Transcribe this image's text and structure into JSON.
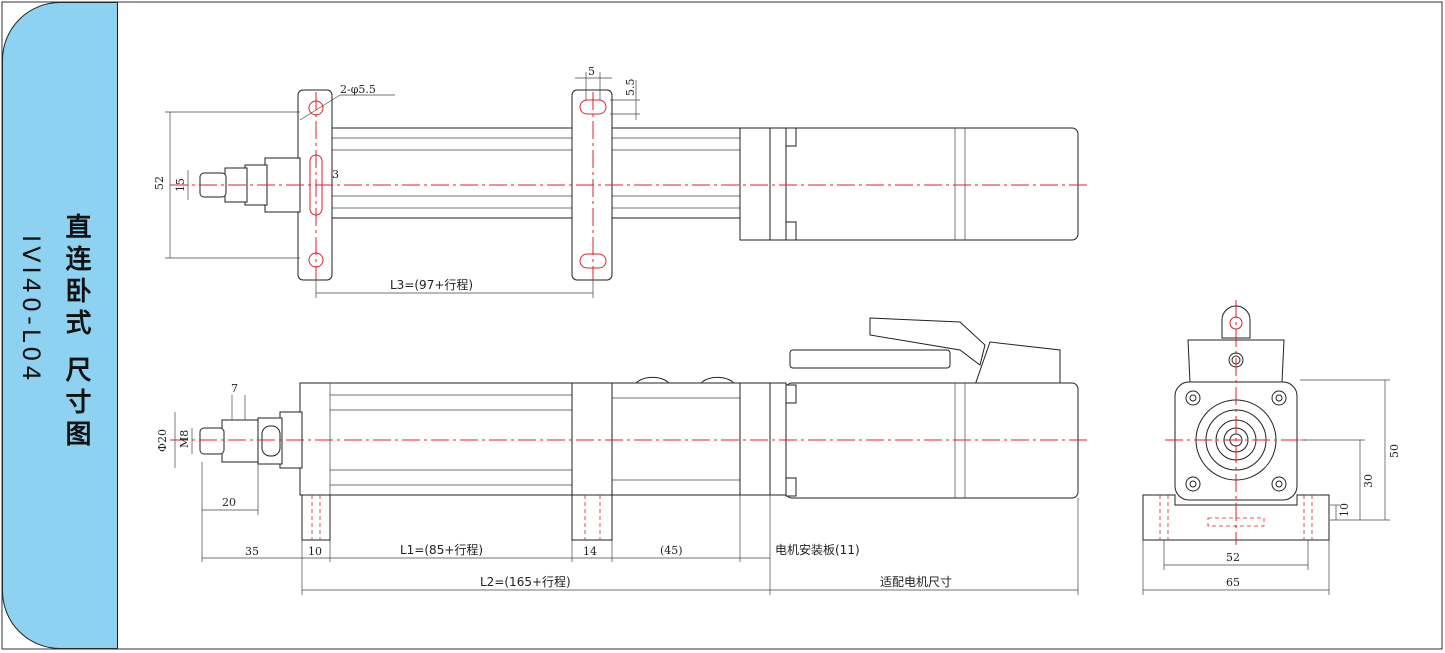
{
  "sidebar": {
    "title": "直连卧式 尺寸图",
    "model": "IVI40-L04",
    "bg_color": "#8dd2f1"
  },
  "colors": {
    "centerline": "#e0202a",
    "outline": "#222222"
  },
  "top_view": {
    "hole_label": "2-φ5.5",
    "slot_w": "5",
    "slot_h": "5.5",
    "height": "52",
    "rod_dia": "15",
    "offset": "3",
    "L3": "L3=(97+行程)"
  },
  "side_view": {
    "thread": "M8",
    "rod_dia": "Φ20",
    "nut_w": "7",
    "rod_len": "20",
    "d35": "35",
    "d10": "10",
    "L1": "L1=(85+行程)",
    "d14": "14",
    "d45": "(45)",
    "motor_plate": "电机安装板(11)",
    "L2": "L2=(165+行程)",
    "motor_size": "适配电机尺寸"
  },
  "end_view": {
    "h50": "50",
    "h30": "30",
    "h10": "10",
    "w52": "52",
    "w65": "65"
  }
}
